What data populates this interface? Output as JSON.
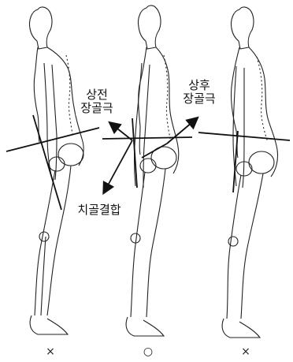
{
  "labels": {
    "asis_line1": "상전",
    "asis_line2": "장골극",
    "psis_line1": "상후",
    "psis_line2": "장골극",
    "pubic": "치골결합"
  },
  "verdicts": {
    "left": "×",
    "middle": "○",
    "right": "×"
  }
}
